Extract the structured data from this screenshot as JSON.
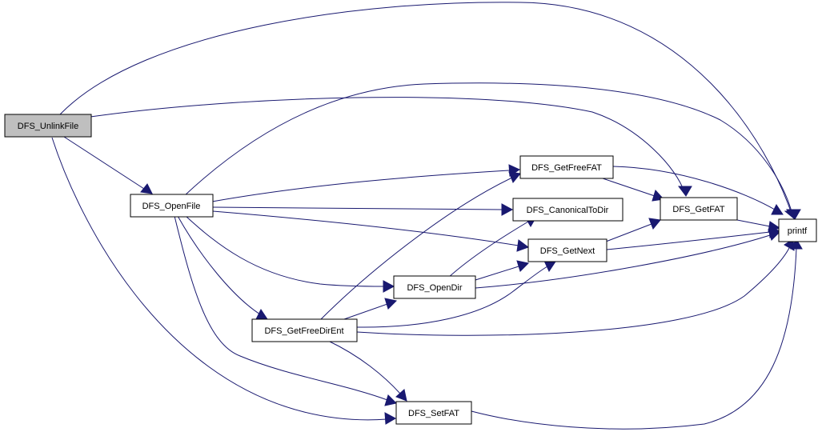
{
  "colors": {
    "edge": "#191970",
    "node_fill": "#ffffff",
    "root_fill": "#bfbfbf",
    "border": "#000000"
  },
  "nodes": {
    "unlink": "DFS_UnlinkFile",
    "openfile": "DFS_OpenFile",
    "getfreefat": "DFS_GetFreeFAT",
    "canonical": "DFS_CanonicalToDir",
    "getfat": "DFS_GetFAT",
    "getnext": "DFS_GetNext",
    "opendir": "DFS_OpenDir",
    "getfreedirent": "DFS_GetFreeDirEnt",
    "setfat": "DFS_SetFAT",
    "printf": "printf"
  },
  "edges": [
    [
      "DFS_UnlinkFile",
      "printf"
    ],
    [
      "DFS_UnlinkFile",
      "DFS_GetFAT"
    ],
    [
      "DFS_UnlinkFile",
      "DFS_OpenFile"
    ],
    [
      "DFS_UnlinkFile",
      "DFS_SetFAT"
    ],
    [
      "DFS_OpenFile",
      "printf"
    ],
    [
      "DFS_OpenFile",
      "DFS_GetFreeFAT"
    ],
    [
      "DFS_OpenFile",
      "DFS_CanonicalToDir"
    ],
    [
      "DFS_OpenFile",
      "DFS_GetNext"
    ],
    [
      "DFS_OpenFile",
      "DFS_OpenDir"
    ],
    [
      "DFS_OpenFile",
      "DFS_GetFreeDirEnt"
    ],
    [
      "DFS_OpenFile",
      "DFS_SetFAT"
    ],
    [
      "DFS_GetFreeFAT",
      "DFS_GetFAT"
    ],
    [
      "DFS_GetFreeFAT",
      "printf"
    ],
    [
      "DFS_GetFAT",
      "printf"
    ],
    [
      "DFS_GetNext",
      "DFS_GetFAT"
    ],
    [
      "DFS_GetNext",
      "printf"
    ],
    [
      "DFS_OpenDir",
      "DFS_CanonicalToDir"
    ],
    [
      "DFS_OpenDir",
      "DFS_GetNext"
    ],
    [
      "DFS_OpenDir",
      "printf"
    ],
    [
      "DFS_GetFreeDirEnt",
      "DFS_GetFreeFAT"
    ],
    [
      "DFS_GetFreeDirEnt",
      "DFS_OpenDir"
    ],
    [
      "DFS_GetFreeDirEnt",
      "DFS_GetNext"
    ],
    [
      "DFS_GetFreeDirEnt",
      "printf"
    ],
    [
      "DFS_GetFreeDirEnt",
      "DFS_SetFAT"
    ],
    [
      "DFS_SetFAT",
      "printf"
    ]
  ]
}
